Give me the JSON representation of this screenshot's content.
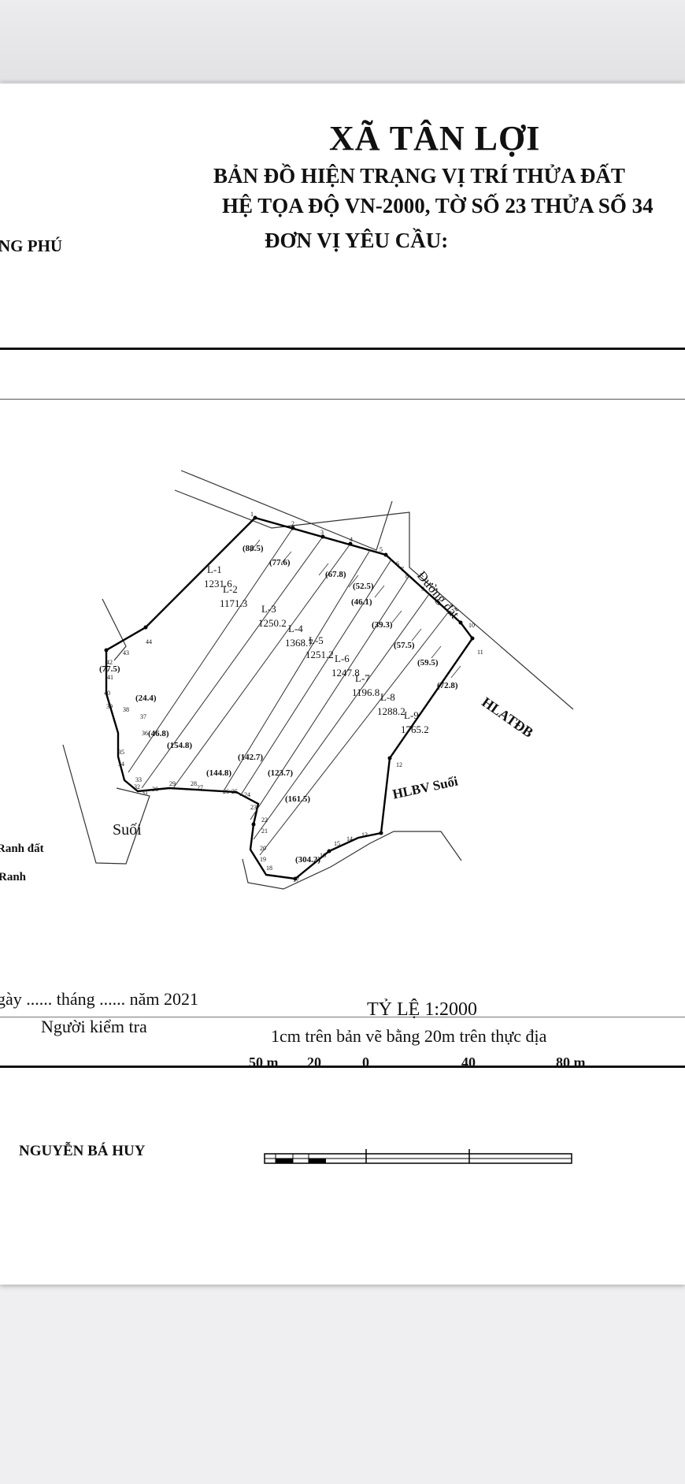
{
  "header": {
    "commune": "XÃ TÂN LỢI",
    "map_title": "BẢN ĐỒ HIỆN TRẠNG VỊ TRÍ THỬA ĐẤT",
    "coords_line": "HỆ TỌA ĐỘ VN-2000, TỜ SỐ 23 THỬA SỐ 34",
    "requester_label": "ĐƠN VỊ YÊU CẦU:",
    "left_cut_text": "NG PHÚ"
  },
  "map": {
    "road_label": "Đường đất",
    "stream_label": "Suối",
    "road_corridor_label": "HLATĐB",
    "stream_corridor_label": "HLBV Suối",
    "lots": [
      {
        "name": "L-1",
        "area": "1231.6"
      },
      {
        "name": "L-2",
        "area": "1171.3"
      },
      {
        "name": "L-3",
        "area": "1250.2"
      },
      {
        "name": "L-4",
        "area": "1368.7"
      },
      {
        "name": "L-5",
        "area": "1251.2"
      },
      {
        "name": "L-6",
        "area": "1247.8"
      },
      {
        "name": "L-7",
        "area": "1196.8"
      },
      {
        "name": "L-8",
        "area": "1288.2"
      },
      {
        "name": "L-9",
        "area": "1765.2"
      }
    ],
    "top_widths": [
      "(88.5)",
      "(77.6)",
      "(67.8)",
      "(52.5)",
      "(46.1)",
      "(39.3)",
      "(57.5)",
      "(59.5)",
      "(72.8)"
    ],
    "bottom_widths": [
      "(77.5)",
      "(24.4)",
      "(46.8)",
      "(154.8)",
      "(144.8)",
      "(142.7)",
      "(123.7)",
      "(161.5)",
      "(304.2)"
    ],
    "point_numbers": [
      "1",
      "2",
      "3",
      "4",
      "5",
      "6",
      "7",
      "8",
      "9",
      "10",
      "11",
      "12",
      "13",
      "14",
      "15",
      "16",
      "17",
      "18",
      "19",
      "20",
      "21",
      "22",
      "23",
      "24",
      "25",
      "26",
      "27",
      "28",
      "29",
      "30",
      "31",
      "32",
      "33",
      "34",
      "35",
      "36",
      "37",
      "38",
      "39",
      "40",
      "41",
      "42",
      "43",
      "44"
    ]
  },
  "legend": {
    "line1": "Ranh đất",
    "line2": "Ranh"
  },
  "footer": {
    "date_line": "gày ...... tháng ...... năm 2021",
    "checker_label": "Người kiểm tra",
    "signer_name": "NGUYỄN BÁ HUY",
    "scale_title": "TỶ LỆ 1:2000",
    "scale_desc": "1cm trên bản vẽ bằng 20m trên thực địa",
    "scale_labels": [
      "50 m",
      "20",
      "0",
      "40",
      "80 m"
    ]
  }
}
